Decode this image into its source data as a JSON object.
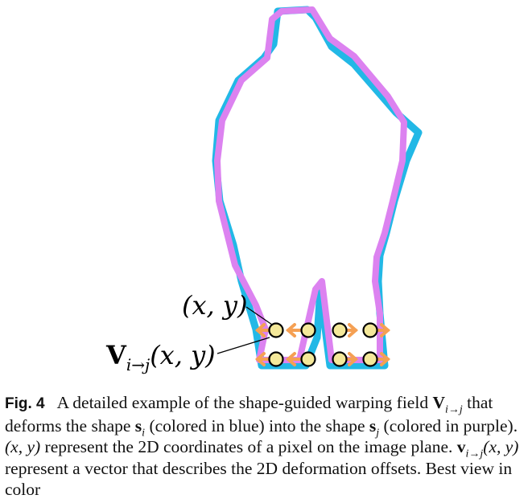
{
  "figure": {
    "colors": {
      "shape_i": "#22b8e6",
      "shape_j": "#dc82f0",
      "vector": "#f5a053",
      "pixel_fill": "#f4e89a",
      "pixel_stroke": "#000000"
    },
    "label_xy": "(x, y)",
    "label_v_bold": "V",
    "label_v_sub": "i→j",
    "label_v_args": "(x, y)"
  },
  "caption": {
    "fig_label": "Fig. 4",
    "seg1": "A detailed example of the shape-guided warping field ",
    "V": "V",
    "V_sub": "i→j",
    "seg2": " that deforms the shape ",
    "s": "s",
    "s_sub_i": "i",
    "seg3": " (colored in blue) into the shape ",
    "s_sub_j": "j",
    "seg4": " (colored in purple). ",
    "xy": "(x, y)",
    "seg5": " represent the 2D coordinates of a pixel on the image plane. ",
    "v": "v",
    "v_sub": "i→j",
    "v_args": "(x, y)",
    "seg6": " represent a vector that describes the 2D deformation offsets. Best view in color"
  }
}
